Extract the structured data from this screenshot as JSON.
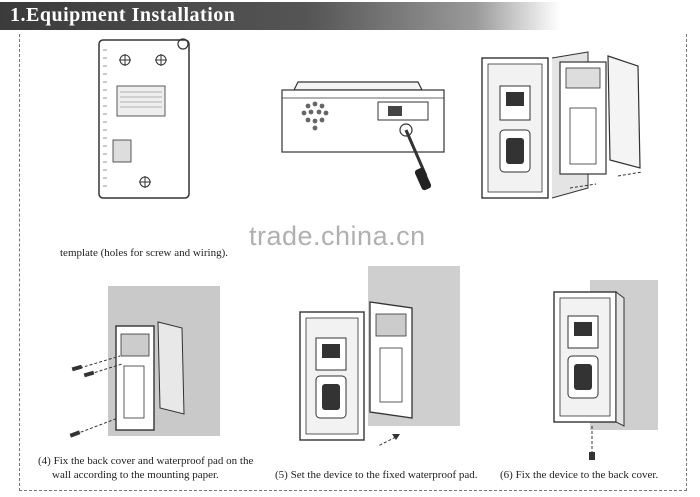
{
  "header": {
    "title": "1.Equipment  Installation"
  },
  "watermark": {
    "text": "trade.china.cn"
  },
  "captions": {
    "step1_partial": "template (holes for screw and wiring).",
    "step4_line1": "(4) Fix the back cover and waterproof pad on the",
    "step4_line2": "wall according to the mounting paper.",
    "step5": "(5) Set the device to the fixed waterproof pad.",
    "step6": "(6) Fix  the  device  to  the back cover."
  }
}
